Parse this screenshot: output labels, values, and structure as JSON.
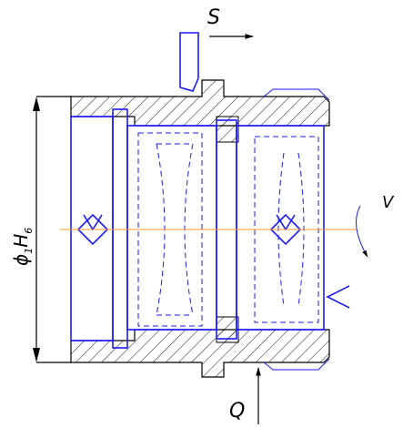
{
  "labels": {
    "feed": "S",
    "diameter_main": "ϕ",
    "diameter_sub": "1",
    "diameter_tol": "H",
    "diameter_tol_sub": "6",
    "rotation": "V",
    "clamp": "Q"
  },
  "colors": {
    "outline": "#1a1aff",
    "dimension": "#000000",
    "axis": "#ff9a2e",
    "background": "#ffffff"
  }
}
